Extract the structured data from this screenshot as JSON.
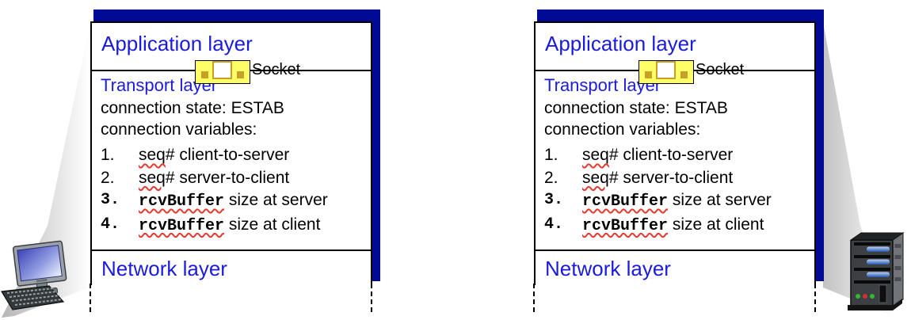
{
  "stack": {
    "application_label": "Application layer",
    "socket_label": "Socket",
    "transport_label": "Transport layer",
    "connection_state": "connection state: ESTAB",
    "connection_variables": "connection variables:",
    "items": [
      {
        "number": "1.",
        "term": "seq",
        "suffix": "# client-to-server"
      },
      {
        "number": "2.",
        "term": "seq",
        "suffix": "# server-to-client"
      },
      {
        "number": "3.",
        "term": "rcvBuffer",
        "suffix": " size at server"
      },
      {
        "number": "4.",
        "term": "rcvBuffer",
        "suffix": " size at client"
      }
    ],
    "network_label": "Network layer"
  },
  "icons": {
    "left_device": "desktop-computer-icon",
    "right_device": "server-tower-icon",
    "socket": "socket-icon"
  },
  "colors": {
    "navy_bar": "#000a94",
    "layer_text_blue": "#1b1bdd",
    "socket_yellow": "#ffff66",
    "socket_pin_gold": "#c8a028",
    "squiggle_red": "#e8392e",
    "beam_gray": "#b5b5b5",
    "screen_blue": "#3d43b8",
    "server_handle_blue": "#3a6fd8"
  }
}
